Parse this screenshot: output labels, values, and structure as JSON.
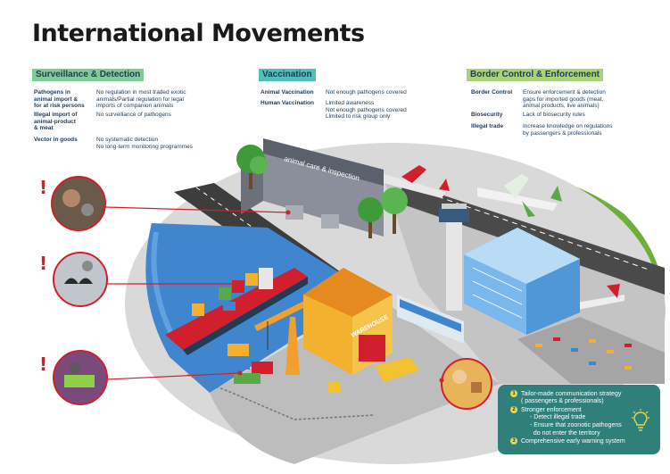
{
  "title": "International Movements",
  "colors": {
    "surveillance": "#7fcc9a",
    "vaccination": "#52c0b8",
    "border": "#a9d37a",
    "alert": "#d0202e",
    "info_box": "#2f7f7a",
    "number_badge": "#e6d94a"
  },
  "surveillance": {
    "heading": "Surveillance & Detection",
    "rows": [
      {
        "label_lines": [
          "Pathogens in",
          "animal import &",
          "for at risk persons"
        ],
        "value_lines": [
          "No regulation in most traded exotic",
          "animals/Partial regulation for legal",
          "imports of companion animals"
        ]
      },
      {
        "label_lines": [
          "Illegal import of",
          "animal-product",
          "& meat"
        ],
        "value_lines": [
          "No surveillance of pathogens"
        ]
      },
      {
        "label_lines": [
          "Vector in goods"
        ],
        "value_lines": [
          "No systematic detection",
          "No long-term monitoring programmes"
        ]
      }
    ]
  },
  "vaccination": {
    "heading": "Vaccination",
    "rows": [
      {
        "label_lines": [
          "Animal Vaccination"
        ],
        "value_lines": [
          "Not enough pathogens covered"
        ]
      },
      {
        "label_lines": [
          "Human Vaccination"
        ],
        "value_lines": [
          "Limited awareness",
          "Not enough pathogens covered",
          "Limited to risk group only"
        ]
      }
    ]
  },
  "border": {
    "heading": "Border Control & Enforcement",
    "rows": [
      {
        "label_lines": [
          "Border Control"
        ],
        "value_lines": [
          "Ensure enforcement & detection",
          "gaps for imported goods (meat,",
          "animal products, live animals)"
        ]
      },
      {
        "label_lines": [
          "Biosecurity"
        ],
        "value_lines": [
          "Lack of biosecurity rules"
        ]
      },
      {
        "label_lines": [
          "Illegal trade"
        ],
        "value_lines": [
          "Increase knowledge on regulations",
          "by passengers & professionals"
        ]
      }
    ]
  },
  "scene": {
    "building_sign": "animal care & inspection",
    "warehouse_sign": "WAREHOUSE",
    "alert_glyph": "!"
  },
  "info_box": {
    "items": [
      {
        "number": "1",
        "lines": [
          "Tailor-made communication strategy",
          "( passengers & professionals)"
        ]
      },
      {
        "number": "2",
        "lines": [
          "Stronger enforcement"
        ],
        "sub_lines": [
          "- Detect illegal trade",
          "- Ensure that zoonotic pathogens",
          "  do not enter the territory"
        ]
      },
      {
        "number": "3",
        "lines": [
          "Comprehensive early warning system"
        ]
      }
    ],
    "icon": "lightbulb-icon"
  }
}
